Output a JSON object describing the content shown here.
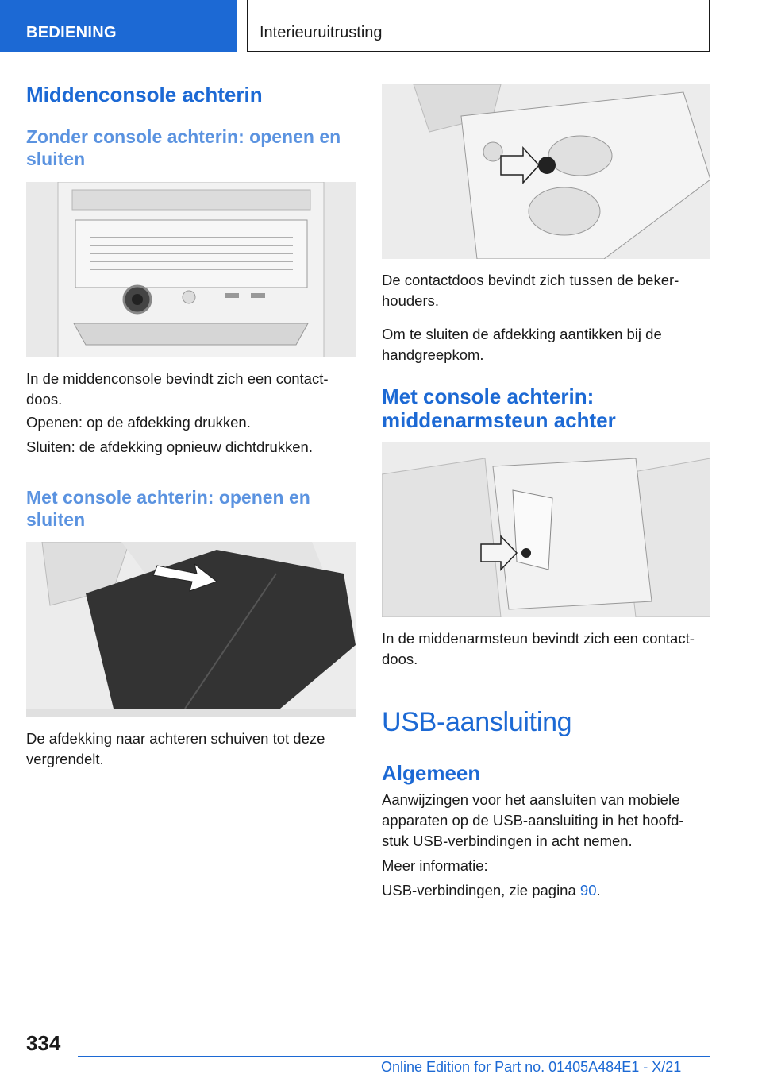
{
  "header": {
    "section": "BEDIENING",
    "chapter": "Interieuruitrusting"
  },
  "left": {
    "title": "Middenconsole achterin",
    "sub1": "Zonder console achterin: openen en sluiten",
    "p1a": "In de middenconsole bevindt zich een contact-",
    "p1b": "doos.",
    "p2": "Openen: op de afdekking drukken.",
    "p3": "Sluiten: de afdekking opnieuw dichtdrukken.",
    "sub2": "Met console achterin: openen en sluiten",
    "p4a": "De afdekking naar achteren schuiven tot deze",
    "p4b": "vergrendelt."
  },
  "right": {
    "p1a": "De contactdoos bevindt zich tussen de beker-",
    "p1b": "houders.",
    "p2a": "Om te sluiten de afdekking aantikken bij de",
    "p2b": "handgreepkom.",
    "sub3a": "Met console achterin:",
    "sub3b": "middenarmsteun achter",
    "p3a": "In de middenarmsteun bevindt zich een contact-",
    "p3b": "doos.",
    "usb_title": "USB-aansluiting",
    "algemeen": "Algemeen",
    "p4a": "Aanwijzingen voor het aansluiten van mobiele",
    "p4b": "apparaten op de USB-aansluiting in het hoofd-",
    "p4c": "stuk USB-verbindingen in acht nemen.",
    "p5": "Meer informatie:",
    "p6": "USB-verbindingen, zie pagina ",
    "p6_link": "90",
    "p6_end": "."
  },
  "page_number": "334",
  "footer": "Online Edition for Part no. 01405A484E1 - X/21",
  "colors": {
    "accent": "#1c69d4",
    "subhead": "#5b93e0"
  }
}
